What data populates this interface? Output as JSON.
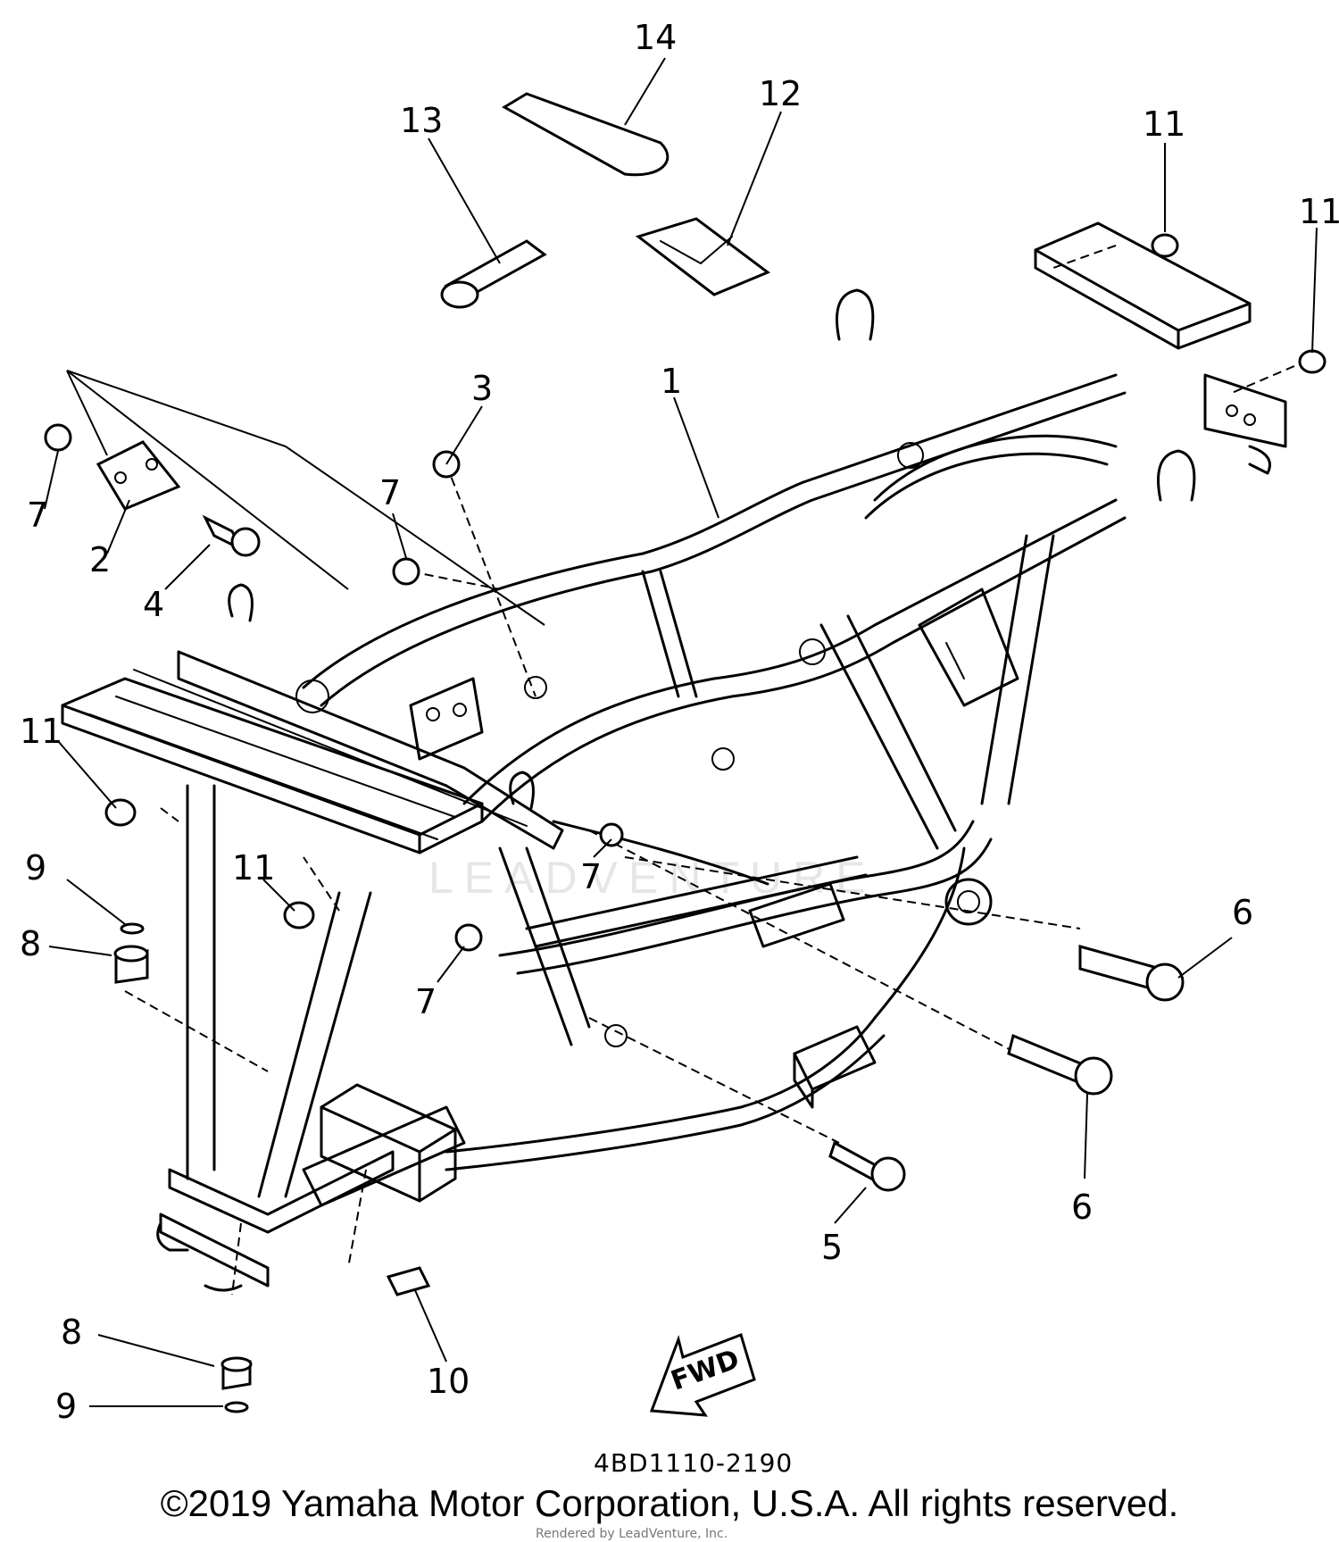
{
  "diagram": {
    "figure_code": "4BD1110-2190",
    "copyright": "©2019 Yamaha Motor Corporation, U.S.A. All rights reserved.",
    "rendered_by": "Rendered by LeadVenture, Inc.",
    "watermark": "LEADVENTURE",
    "direction_label": "FWD",
    "callouts": {
      "p1": "1",
      "p2": "2",
      "p3": "3",
      "p4": "4",
      "p5": "5",
      "p6a": "6",
      "p6b": "6",
      "p7a": "7",
      "p7b": "7",
      "p7c": "7",
      "p7d": "7",
      "p8a": "8",
      "p8b": "8",
      "p9a": "9",
      "p9b": "9",
      "p10": "10",
      "p11a": "11",
      "p11b": "11",
      "p11c": "11",
      "p11d": "11",
      "p12": "12",
      "p13": "13",
      "p14": "14"
    }
  }
}
